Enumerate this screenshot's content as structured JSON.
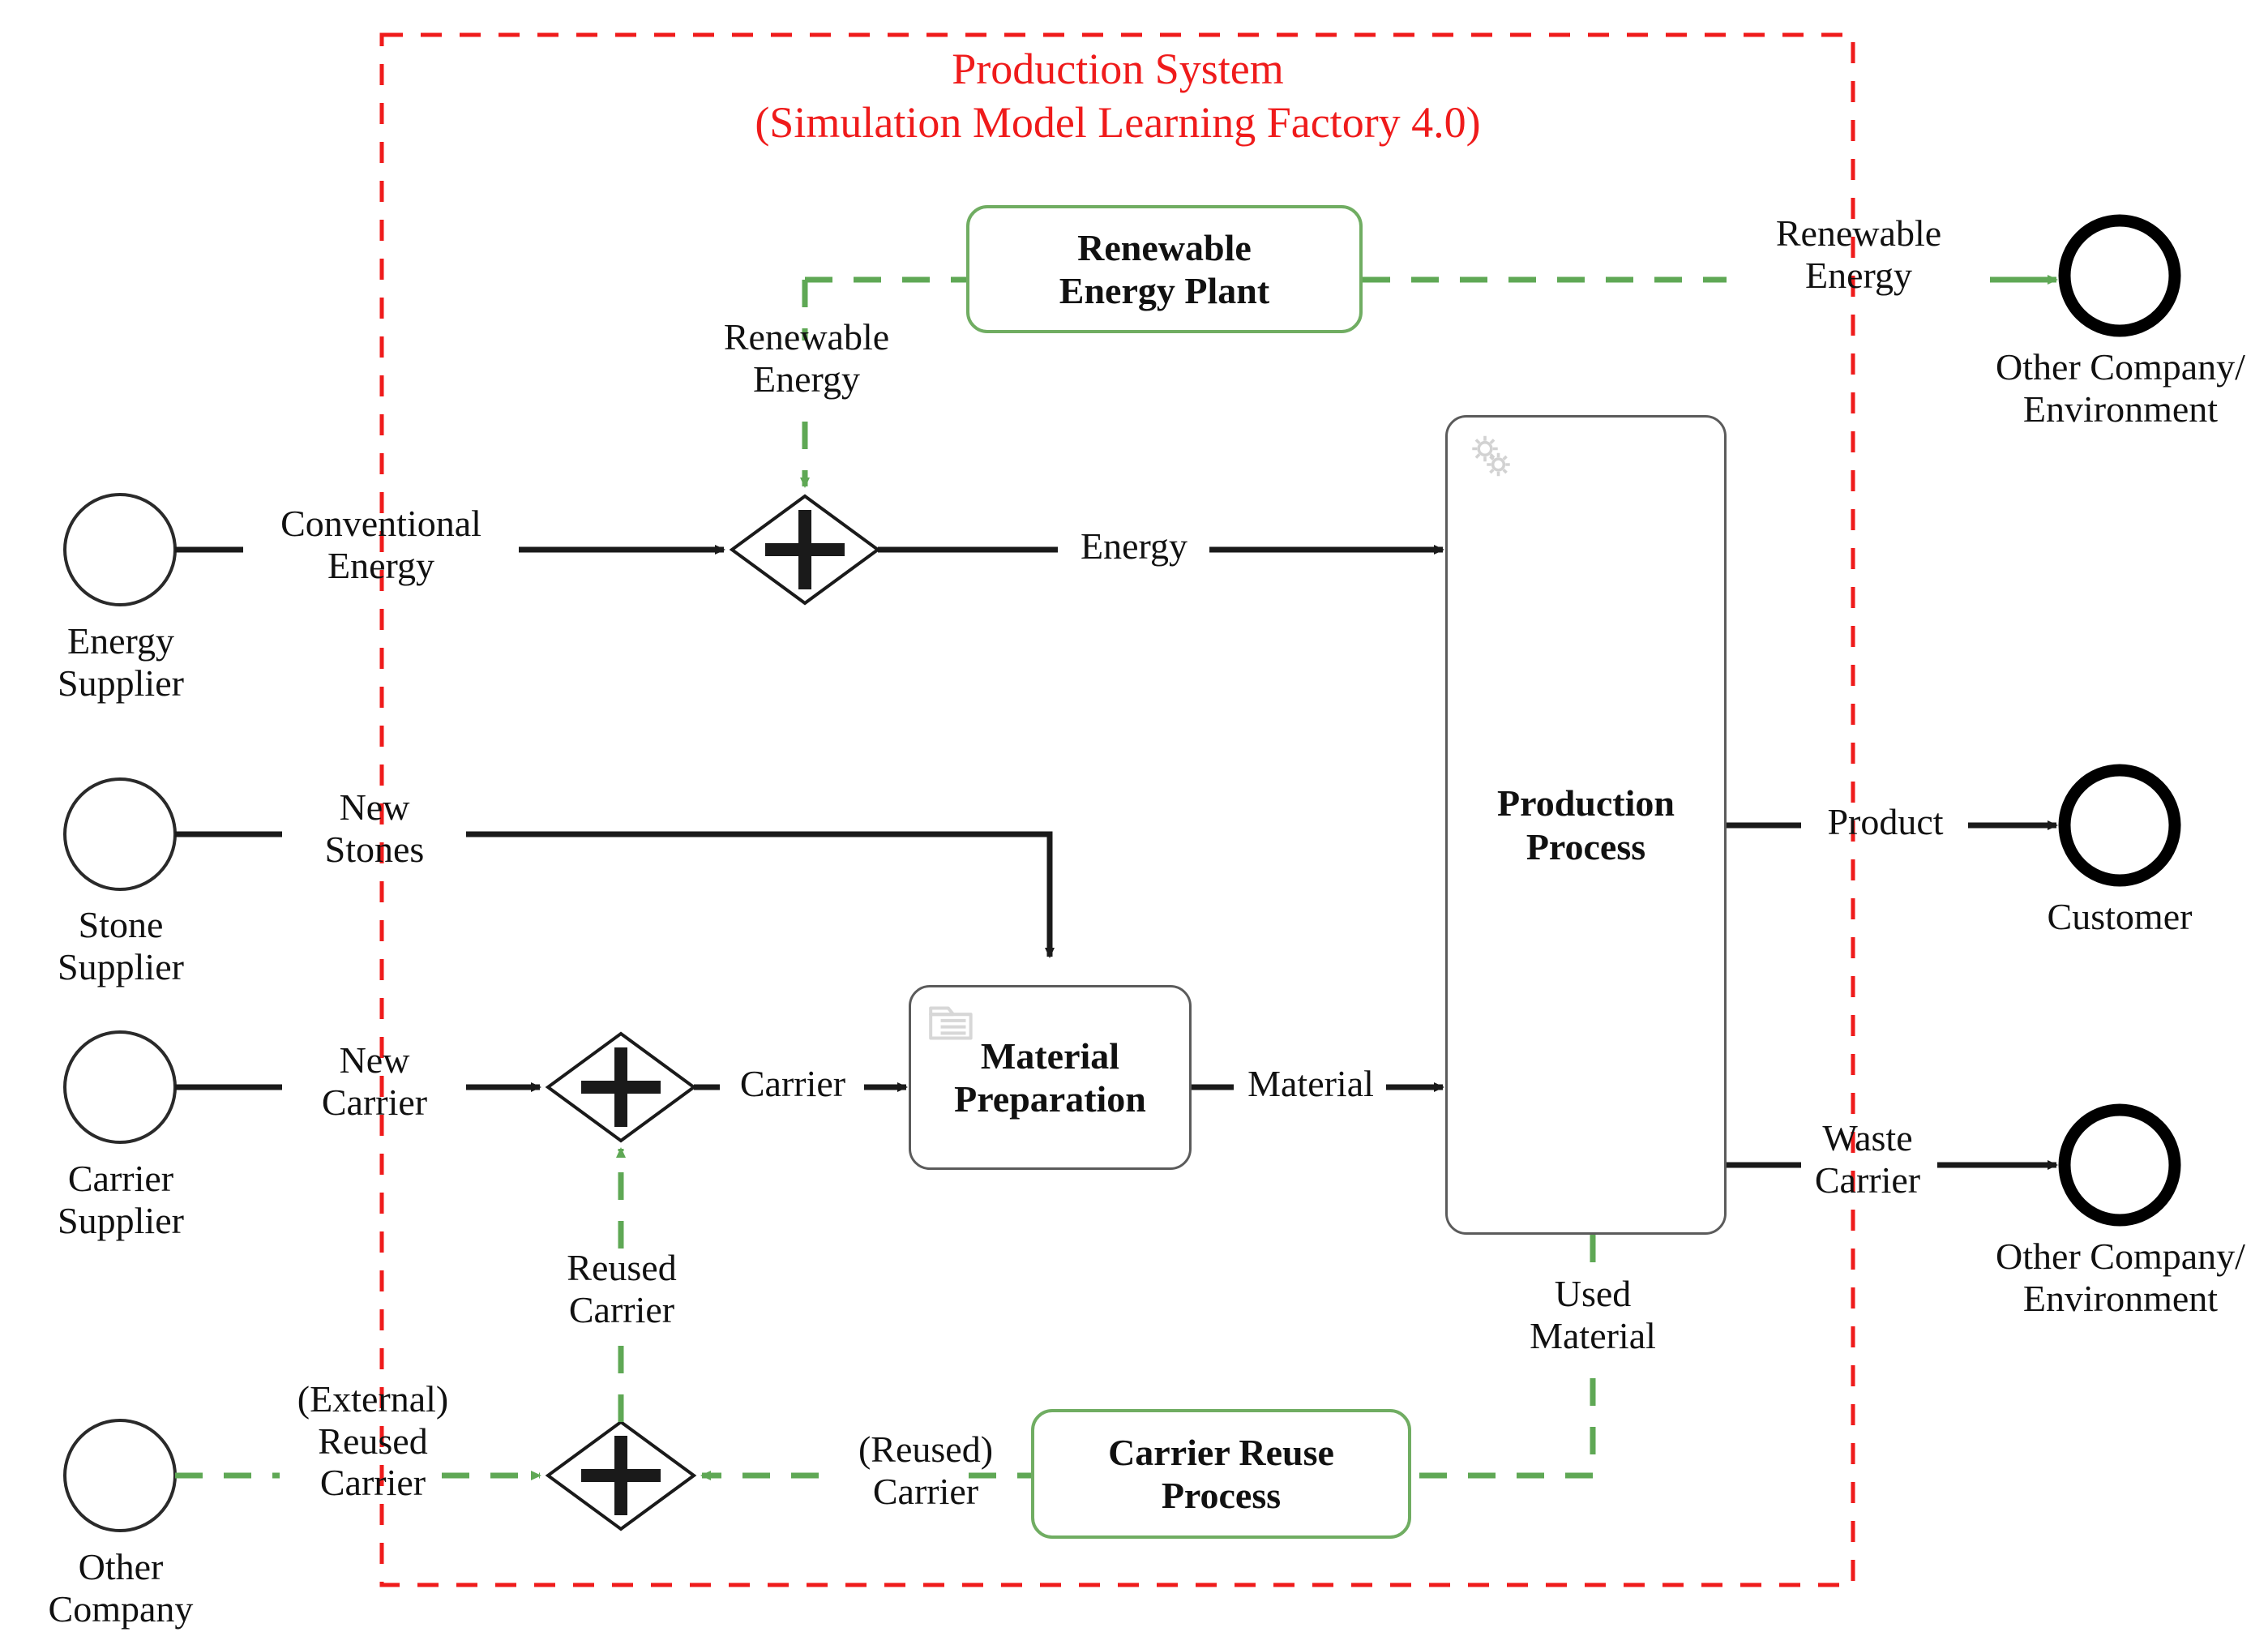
{
  "diagram": {
    "type": "bpmn-material-flow",
    "boundary": {
      "label": "Production System\n(Simulation Model Learning Factory 4.0)",
      "color": "#ef1b1b",
      "style": "dashed"
    },
    "colors": {
      "boundary_red": "#ef1b1b",
      "renewable_green": "#5fa855",
      "flow_black": "#1a1a1a",
      "task_green_border": "#70ad62",
      "task_grey_border": "#5b5b5b",
      "icon_grey": "#c8c8c8"
    },
    "start_events": [
      {
        "id": "energy-supplier",
        "label": "Energy\nSupplier"
      },
      {
        "id": "stone-supplier",
        "label": "Stone\nSupplier"
      },
      {
        "id": "carrier-supplier",
        "label": "Carrier\nSupplier"
      },
      {
        "id": "other-company",
        "label": "Other\nCompany"
      }
    ],
    "end_events": [
      {
        "id": "other-company-env-top",
        "label": "Other Company/\nEnvironment"
      },
      {
        "id": "customer",
        "label": "Customer"
      },
      {
        "id": "other-company-env-bottom",
        "label": "Other Company/\nEnvironment"
      }
    ],
    "tasks": [
      {
        "id": "renewable-energy-plant",
        "label": "Renewable\nEnergy Plant",
        "style": "green",
        "icon": "none"
      },
      {
        "id": "production-process",
        "label": "Production\nProcess",
        "style": "grey",
        "icon": "gears-icon"
      },
      {
        "id": "material-preparation",
        "label": "Material\nPreparation",
        "style": "grey",
        "icon": "manual-task-icon"
      },
      {
        "id": "carrier-reuse-process",
        "label": "Carrier Reuse\nProcess",
        "style": "green",
        "icon": "none"
      }
    ],
    "gateways": [
      {
        "id": "gateway-energy",
        "type": "parallel",
        "symbol": "+"
      },
      {
        "id": "gateway-carrier",
        "type": "parallel",
        "symbol": "+"
      },
      {
        "id": "gateway-reuse",
        "type": "parallel",
        "symbol": "+"
      }
    ],
    "flows": [
      {
        "id": "flow-conventional-energy",
        "label": "Conventional\nEnergy",
        "style": "solid-black"
      },
      {
        "id": "flow-renewable-energy-in",
        "label": "Renewable\nEnergy",
        "style": "dashed-green"
      },
      {
        "id": "flow-renewable-energy-out",
        "label": "Renewable\nEnergy",
        "style": "dashed-green"
      },
      {
        "id": "flow-energy",
        "label": "Energy",
        "style": "solid-black"
      },
      {
        "id": "flow-new-stones",
        "label": "New\nStones",
        "style": "solid-black"
      },
      {
        "id": "flow-new-carrier",
        "label": "New\nCarrier",
        "style": "solid-black"
      },
      {
        "id": "flow-carrier",
        "label": "Carrier",
        "style": "solid-black"
      },
      {
        "id": "flow-material",
        "label": "Material",
        "style": "solid-black"
      },
      {
        "id": "flow-product",
        "label": "Product",
        "style": "solid-black"
      },
      {
        "id": "flow-waste-carrier",
        "label": "Waste\nCarrier",
        "style": "solid-black"
      },
      {
        "id": "flow-used-material",
        "label": "Used\nMaterial",
        "style": "dashed-green"
      },
      {
        "id": "flow-reused-carrier-internal",
        "label": "(Reused)\nCarrier",
        "style": "dashed-green"
      },
      {
        "id": "flow-reused-carrier-up",
        "label": "Reused\nCarrier",
        "style": "dashed-green"
      },
      {
        "id": "flow-external-reused-carrier",
        "label": "(External)\nReused\nCarrier",
        "style": "dashed-green"
      }
    ]
  }
}
